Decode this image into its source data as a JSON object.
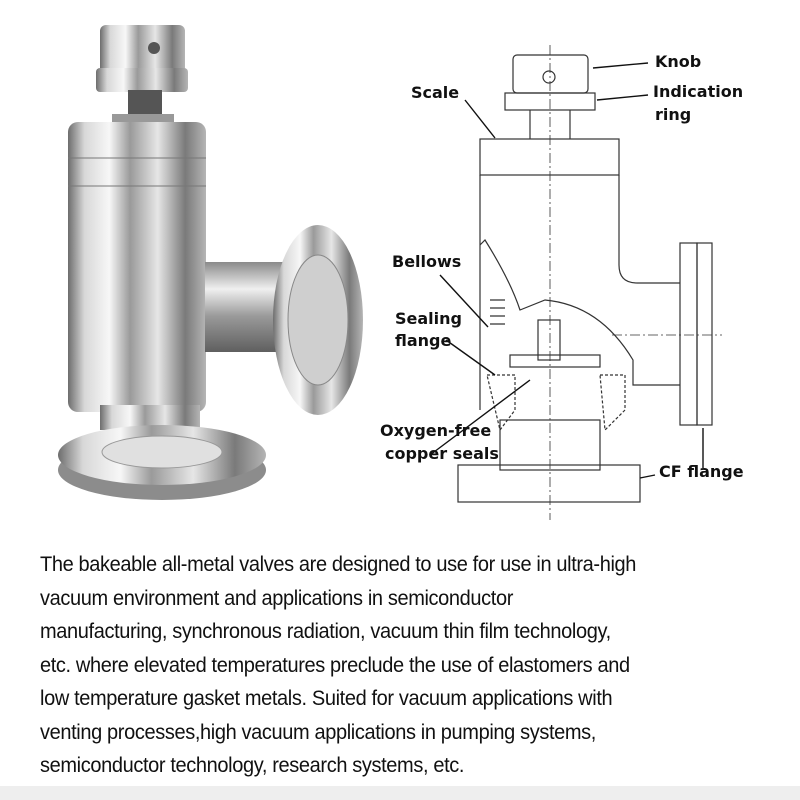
{
  "diagram": {
    "labels": {
      "knob": "Knob",
      "indication_1": "Indication",
      "indication_2": "ring",
      "scale": "Scale",
      "bellows": "Bellows",
      "sealing_1": "Sealing",
      "sealing_2": "flange",
      "oxygen_1": "Oxygen-free",
      "oxygen_2": "copper seals",
      "cf_flange": "CF flange"
    }
  },
  "description": {
    "lines": [
      "The bakeable all-metal valves are designed to use for use in ultra-high",
      "vacuum environment and applications in semiconductor",
      "manufacturing, synchronous radiation, vacuum thin film technology,",
      "etc. where elevated temperatures preclude the use of elastomers and",
      "low temperature gasket metals. Suited for vacuum applications with",
      "venting processes,high vacuum applications in pumping systems,",
      "semiconductor technology, research systems, etc."
    ]
  }
}
